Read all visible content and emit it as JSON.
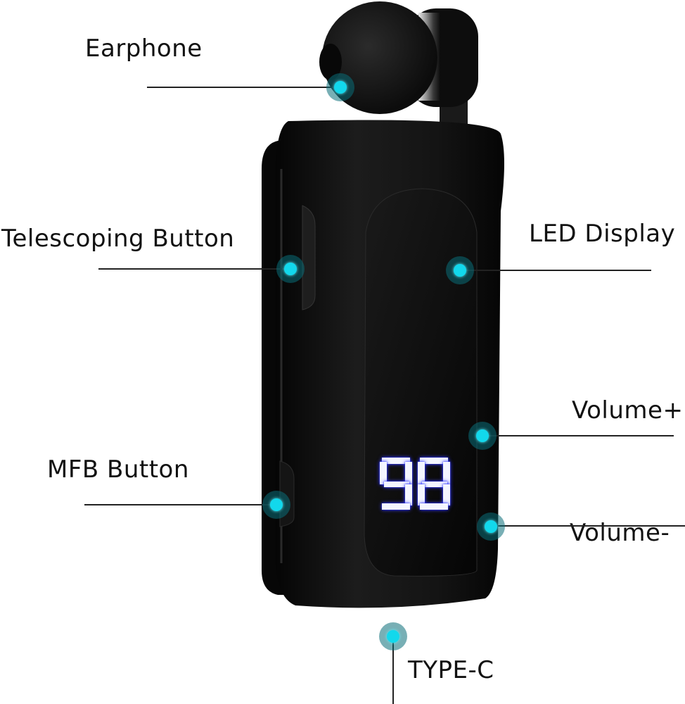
{
  "diagram": {
    "subject": "Retractable Bluetooth earpiece",
    "display_reading": "98",
    "accent_color": "#12d8ec",
    "display_color": "#3a3cff",
    "callouts": [
      {
        "id": "earphone",
        "label": "Earphone"
      },
      {
        "id": "telescoping",
        "label": "Telescoping Button"
      },
      {
        "id": "led",
        "label": "LED Display"
      },
      {
        "id": "volume_plus",
        "label": "Volume+"
      },
      {
        "id": "mfb",
        "label": "MFB Button"
      },
      {
        "id": "volume_minus",
        "label": "Volume-"
      },
      {
        "id": "typec",
        "label": "TYPE-C"
      }
    ]
  }
}
